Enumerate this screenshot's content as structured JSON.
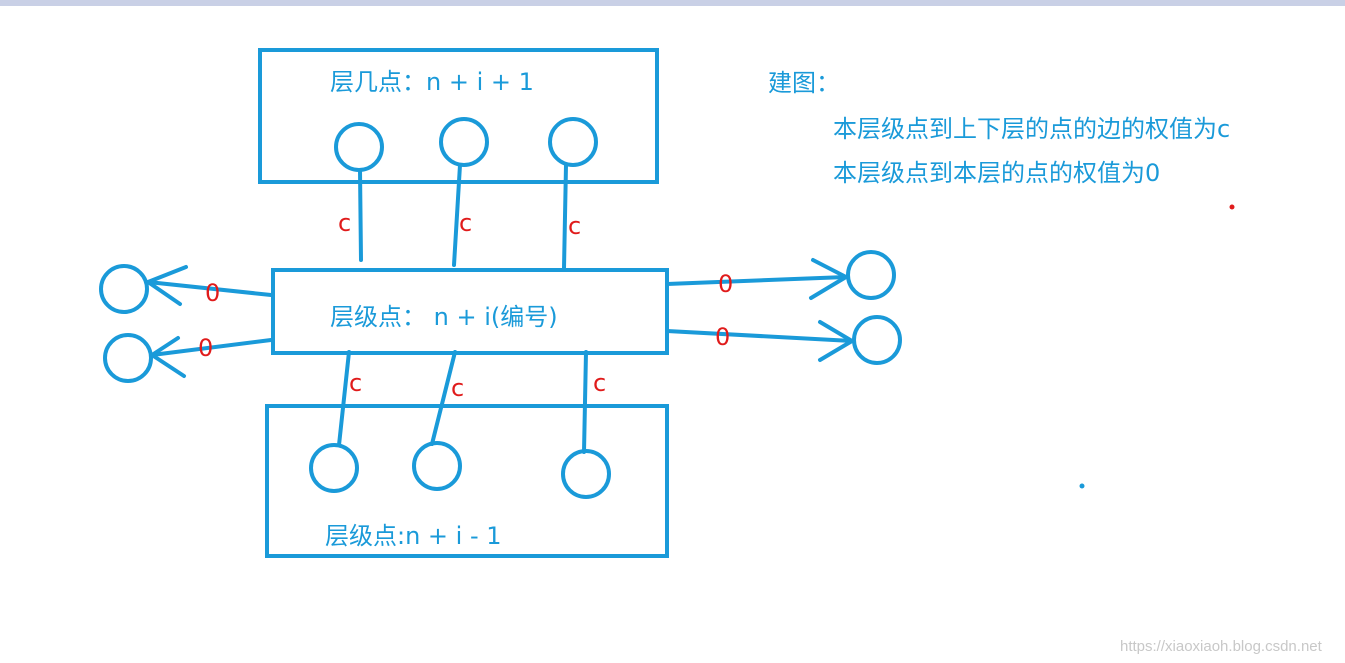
{
  "labels": {
    "top_box": "层几点：n + i + 1",
    "middle_box": "层级点：  n + i(编号)",
    "bottom_box": "层级点:n + i - 1"
  },
  "notes": {
    "title": "建图：",
    "line1": "本层级点到上下层的点的边的权值为c",
    "line2": "本层级点到本层的点的权值为0"
  },
  "edges": {
    "vertical_weight": "c",
    "horizontal_weight": "0"
  },
  "watermark": "https://xiaoxiaoh.blog.csdn.net",
  "colors": {
    "diagram_blue": "#1a9ad9",
    "weight_red": "#e01b1b",
    "top_bar": "#c9d0e6"
  }
}
